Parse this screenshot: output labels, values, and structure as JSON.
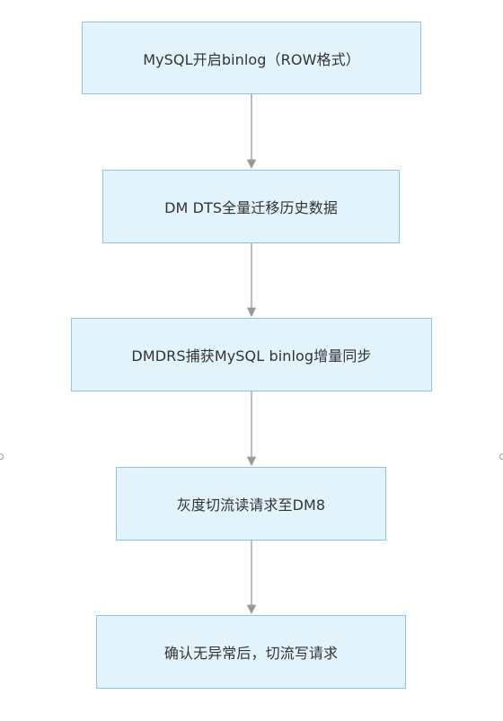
{
  "flowchart": {
    "steps": [
      {
        "label": "MySQL开启binlog（ROW格式）"
      },
      {
        "label": "DM DTS全量迁移历史数据"
      },
      {
        "label": "DMDRS捕获MySQL binlog增量同步"
      },
      {
        "label": "灰度切流读请求至DM8"
      },
      {
        "label": "确认无异常后，切流写请求"
      }
    ],
    "node_fill": "#e3f3fc",
    "node_border": "#87c7ec",
    "arrow_color": "#999999",
    "text_color": "#333333"
  }
}
